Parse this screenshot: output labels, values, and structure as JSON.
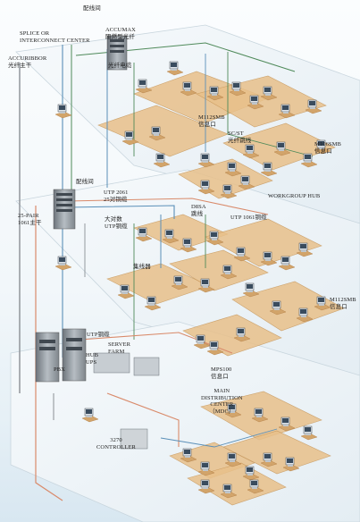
{
  "labels": {
    "splice_center": "SPLICE OR\nINTERCONNECT CENTER",
    "peixianjian_top": "配线间",
    "accumax": "ACCUMAX\n阻燃型光纤",
    "accuribbor": "ACCURIBBOR\n光纤主干",
    "guangxian_cable": "光纤电缆",
    "m112smb_top": "M112SMB\n信息口",
    "scst": "SC/ST\n光纤跳线",
    "m106smb": "M106SMB\n信息口",
    "peixianjian_mid": "配线间",
    "utp2061": "UTP 2061\n25对铜缆",
    "d8sa": "D8SA\n跳线",
    "workgroup_hub": "WORKGROUP HUB",
    "utp1061": "UTP 1061铜缆",
    "pair25": "25-PAIR\n1061主干",
    "dadui": "大对数\nUTP铜缆",
    "jixianqi": "集线器",
    "m112smb_right": "M112SMB\n信息口",
    "utp_tonglan": "UTP铜缆",
    "server_farm": "SERVER\nFARM",
    "hub": "HUB",
    "ups": "UPS",
    "pbx": "PBX",
    "mps100": "MPS100\n信息口",
    "mdc": "MAIN\nDISTRIBUTION\nCENTER\n（MDC）",
    "controller": "3270\nCONTROLLER"
  },
  "colors": {
    "floor_fill": "#eef4f8",
    "floor_edge": "#c9d6de",
    "office_fill": "#e8c08a",
    "office_edge": "#c79556",
    "desk_fill": "#d2a46a",
    "fiber_cable": "#5a8fb8",
    "copper_cable": "#d98a6a",
    "backbone_gray": "#8a8f94",
    "green_cable": "#4f8a5a",
    "rack_fill": "#9aa1a8"
  }
}
